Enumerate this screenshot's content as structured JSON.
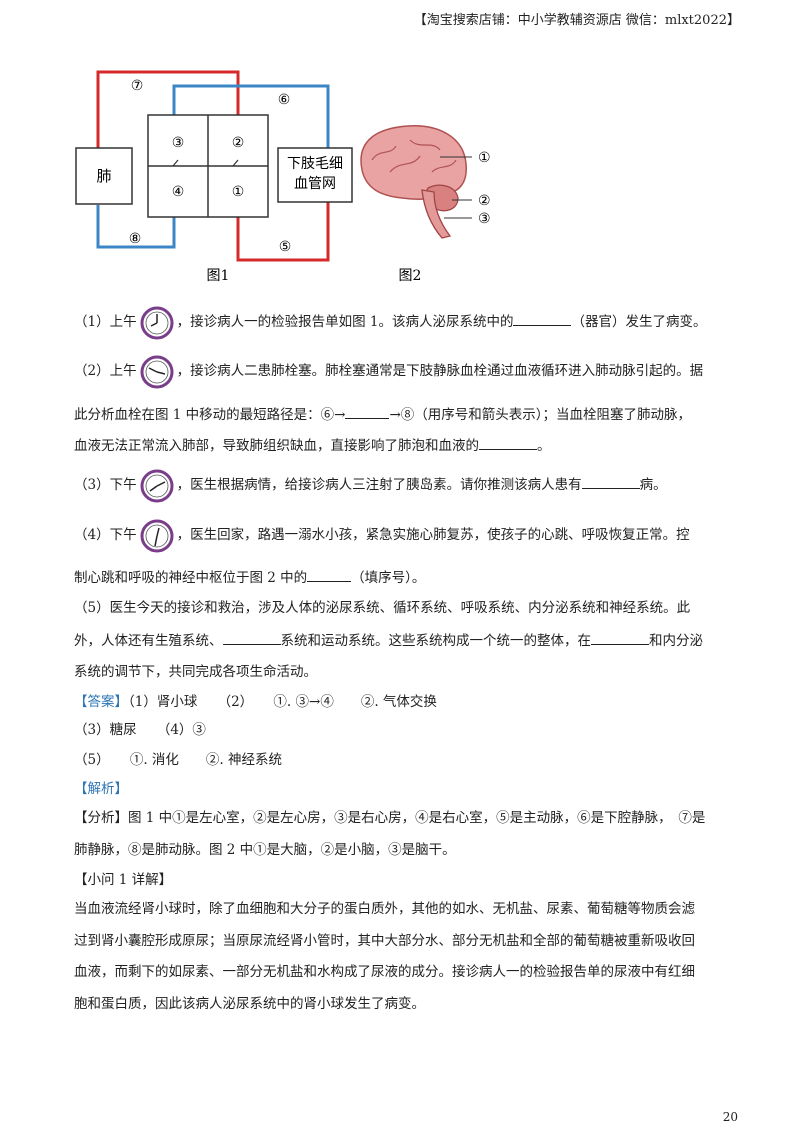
{
  "header": "【淘宝搜索店铺：中小学教辅资源店 微信：mlxt2022】",
  "figure1": {
    "caption": "图1",
    "lung_label": "肺",
    "capillary_label_1": "下肢毛细",
    "capillary_label_2": "血管网",
    "chambers": [
      "③",
      "②",
      "④",
      "①"
    ],
    "vessels": [
      "⑦",
      "⑥",
      "⑧",
      "⑤"
    ]
  },
  "figure2": {
    "caption": "图2",
    "labels": [
      "①",
      "②",
      "③"
    ]
  },
  "questions": {
    "q1": {
      "pre": "（1）上午",
      "post": "，接诊病人一的检验报告单如图 1。该病人泌尿系统中的",
      "post2": "（器官）发生了病变。"
    },
    "q2": {
      "pre": "（2）上午",
      "post": "，接诊病人二患肺栓塞。肺栓塞通常是下肢静脉血栓通过血液循环进入肺动脉引起的。据",
      "line2a": "此分析血栓在图 1 中移动的最短路径是：⑥→",
      "line2b": "→⑧（用序号和箭头表示）；当血栓阻塞了肺动脉，",
      "line3a": "血液无法正常流入肺部，导致肺组织缺血，直接影响了肺泡和血液的",
      "line3b": "。"
    },
    "q3": {
      "pre": "（3）下午",
      "post": "，医生根据病情，给接诊病人三注射了胰岛素。请你推测该病人患有",
      "post2": "病。"
    },
    "q4": {
      "pre": "（4）下午",
      "post": "，医生回家，路遇一溺水小孩，紧急实施心肺复苏，使孩子的心跳、呼吸恢复正常。控",
      "line2a": "制心跳和呼吸的神经中枢位于图 2 中的",
      "line2b": "（填序号）。"
    },
    "q5": {
      "line1": "（5）医生今天的接诊和救治，涉及人体的泌尿系统、循环系统、呼吸系统、内分泌系统和神经系统。此",
      "line2a": "外，人体还有生殖系统、",
      "line2b": "系统和运动系统。这些系统构成一个统一的整体，在",
      "line2c": "和内分泌",
      "line3": "系统的调节下，共同完成各项生命活动。"
    }
  },
  "answer": {
    "tag": "【答案】",
    "line1_rest": "（1）肾小球　　（2）　　①. ③→④　　②. 气体交换",
    "line2": "（3）糖尿　　（4）③",
    "line3": "（5）　　①. 消化　　②. 神经系统"
  },
  "analysis": {
    "tag": "【解析】",
    "fenxi_1": "【分析】图 1 中①是左心室，②是左心房，③是右心房，④是右心室，⑤是主动脉，⑥是下腔静脉，　⑦是",
    "fenxi_2": "肺静脉，⑧是肺动脉。图 2 中①是大脑，②是小脑，③是脑干。",
    "sub_title": "【小问 1 详解】",
    "detail_1": "当血液流经肾小球时，除了血细胞和大分子的蛋白质外，其他的如水、无机盐、尿素、葡萄糖等物质会滤",
    "detail_2": "过到肾小囊腔形成原尿；当原尿流经肾小管时，其中大部分水、部分无机盐和全部的葡萄糖被重新吸收回",
    "detail_3": "血液，而剩下的如尿素、一部分无机盐和水构成了尿液的成分。接诊病人一的检验报告单的尿液中有红细",
    "detail_4": "胞和蛋白质，因此该病人泌尿系统中的肾小球发生了病变。"
  },
  "page_number": "20",
  "colors": {
    "artery": "#d62a2a",
    "vein": "#3b86c6",
    "accent": "#2e75b6"
  }
}
